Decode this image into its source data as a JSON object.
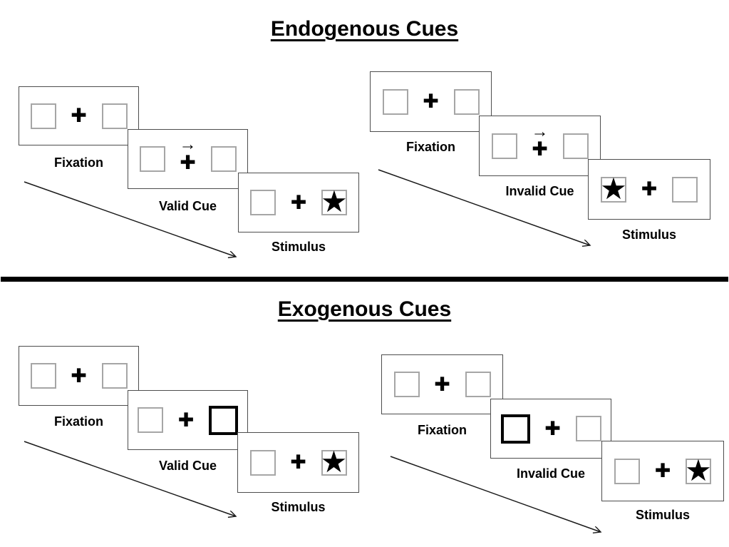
{
  "colors": {
    "background": "#ffffff",
    "panel_border": "#4d4d4d",
    "box_border": "#a6a6a6",
    "ink": "#000000"
  },
  "icons": {
    "plus": "✚",
    "star": "★",
    "cue_arrow_right": "→"
  },
  "endogenous": {
    "title": "Endogenous Cues",
    "valid": {
      "fixation": "Fixation",
      "cue": "Valid Cue",
      "stimulus": "Stimulus"
    },
    "invalid": {
      "fixation": "Fixation",
      "cue": "Invalid Cue",
      "stimulus": "Stimulus"
    }
  },
  "exogenous": {
    "title": "Exogenous Cues",
    "valid": {
      "fixation": "Fixation",
      "cue": "Valid Cue",
      "stimulus": "Stimulus"
    },
    "invalid": {
      "fixation": "Fixation",
      "cue": "Invalid Cue",
      "stimulus": "Stimulus"
    }
  }
}
